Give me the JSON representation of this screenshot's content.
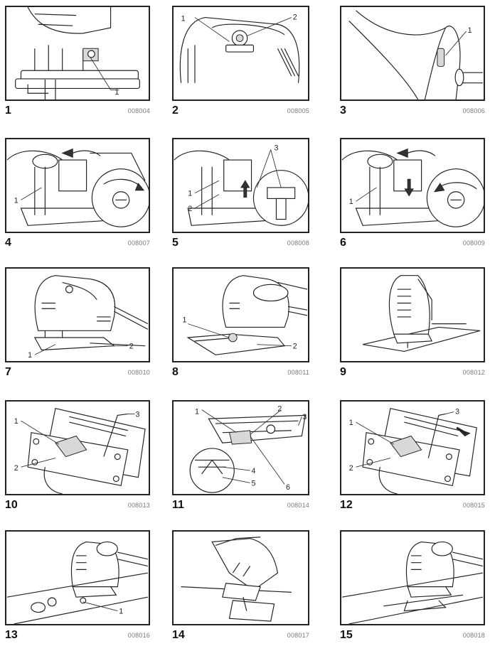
{
  "figures": [
    {
      "number": "1",
      "code": "008004",
      "callouts": [
        "1"
      ]
    },
    {
      "number": "2",
      "code": "008005",
      "callouts": [
        "1",
        "2"
      ]
    },
    {
      "number": "3",
      "code": "008006",
      "callouts": [
        "1"
      ]
    },
    {
      "number": "4",
      "code": "008007",
      "callouts": [
        "1"
      ]
    },
    {
      "number": "5",
      "code": "008008",
      "callouts": [
        "1",
        "2",
        "3"
      ]
    },
    {
      "number": "6",
      "code": "008009",
      "callouts": [
        "1"
      ]
    },
    {
      "number": "7",
      "code": "008010",
      "callouts": [
        "1",
        "2"
      ]
    },
    {
      "number": "8",
      "code": "008011",
      "callouts": [
        "1",
        "2"
      ]
    },
    {
      "number": "9",
      "code": "008012",
      "callouts": []
    },
    {
      "number": "10",
      "code": "008013",
      "callouts": [
        "1",
        "2",
        "3"
      ]
    },
    {
      "number": "11",
      "code": "008014",
      "callouts": [
        "1",
        "2",
        "3",
        "4",
        "5",
        "6"
      ]
    },
    {
      "number": "12",
      "code": "008015",
      "callouts": [
        "1",
        "2",
        "3"
      ]
    },
    {
      "number": "13",
      "code": "008016",
      "callouts": [
        "1"
      ]
    },
    {
      "number": "14",
      "code": "008017",
      "callouts": []
    },
    {
      "number": "15",
      "code": "008018",
      "callouts": []
    }
  ]
}
